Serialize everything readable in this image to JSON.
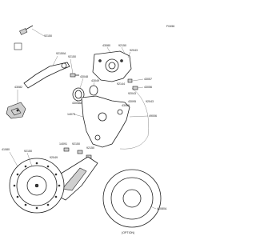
{
  "diagram": {
    "code": "F0456",
    "labels": {
      "p92150": "92150",
      "p92150a": "92150A",
      "p92150b": "92150",
      "p92150c": "92150",
      "p92150d": "92150",
      "p43080": "43080",
      "p43048": "43048",
      "p43049": "43049",
      "p43048A": "43048A",
      "p43057": "43057",
      "p43056": "43056",
      "p92144": "92144",
      "p43082": "43082",
      "p92043": "92043",
      "p43095": "43095",
      "p92043b": "92043",
      "p49006": "49006",
      "p14079": "14079",
      "p43069": "43069",
      "p92049": "92049",
      "p14091": "14091",
      "p41080": "41080",
      "p92150e": "92150",
      "p92150f": "92150",
      "p41080A": "41080A",
      "opt": "(OPTION)"
    }
  }
}
